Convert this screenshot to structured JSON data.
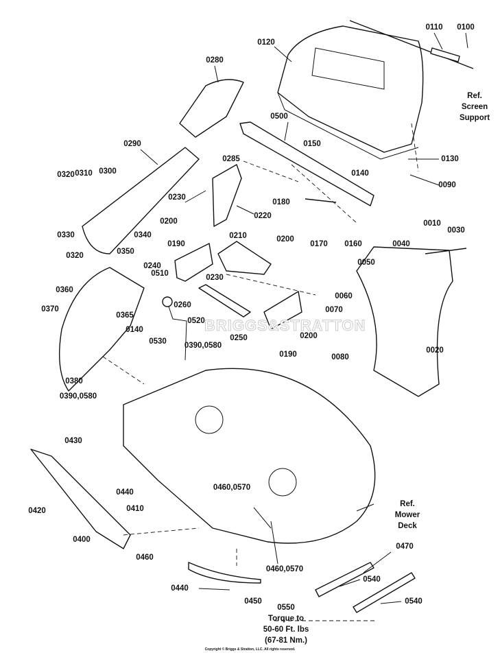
{
  "watermark": "BRIGGS&STRATTON",
  "copyright": "Copyright © Briggs & Stratton, LLC. All rights reserved.",
  "labels": {
    "l0100": "0100",
    "l0110": "0110",
    "l0120": "0120",
    "l0280": "0280",
    "l0500": "0500",
    "l0290": "0290",
    "l0150": "0150",
    "l0130": "0130",
    "l0285": "0285",
    "l0320a": "0320",
    "l0310": "0310",
    "l0300": "0300",
    "l0140a": "0140",
    "l0090": "0090",
    "l0230a": "0230",
    "l0180": "0180",
    "l0220": "0220",
    "l0330": "0330",
    "l0340": "0340",
    "l0200a": "0200",
    "l0010": "0010",
    "l0030": "0030",
    "l0160": "0160",
    "l0170": "0170",
    "l0350": "0350",
    "l0190a": "0190",
    "l0210": "0210",
    "l0200b": "0200",
    "l0240": "0240",
    "l0040": "0040",
    "l0050": "0050",
    "l0320b": "0320",
    "l0510": "0510",
    "l0230b": "0230",
    "l0360": "0360",
    "l0060": "0060",
    "l0260": "0260",
    "l0365": "0365",
    "l0140b": "0140",
    "l0520": "0520",
    "l0370": "0370",
    "l0070": "0070",
    "l0200c": "0200",
    "l0530": "0530",
    "l0250": "0250",
    "l0190b": "0190",
    "l0390a": "0390,0580",
    "l0020": "0020",
    "l0080": "0080",
    "l0380": "0380",
    "l0390b": "0390,0580",
    "l0430": "0430",
    "l0440a": "0440",
    "l0460570a": "0460,0570",
    "l0420": "0420",
    "l0410": "0410",
    "l0400": "0400",
    "l0460": "0460",
    "l0470": "0470",
    "l0460570b": "0460,0570",
    "l0540a": "0540",
    "l0440b": "0440",
    "l0450": "0450",
    "l0540b": "0540"
  },
  "notes": {
    "screen_support": [
      "Ref.",
      "Screen",
      "Support"
    ],
    "mower_deck": [
      "Ref.",
      "Mower",
      "Deck"
    ],
    "torque": [
      "0550",
      "Torque to",
      "50-60 Ft. lbs",
      "(67-81 Nm.)"
    ]
  }
}
